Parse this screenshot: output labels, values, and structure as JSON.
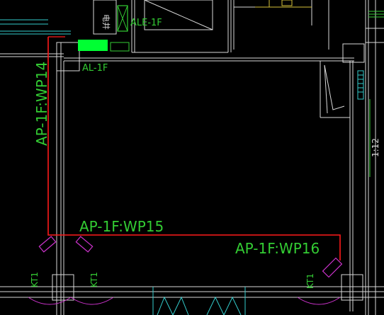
{
  "drawing": {
    "background": "#000000",
    "colors": {
      "wall": "#d9d9d9",
      "wall_dim": "#8c8c8c",
      "circuit": "#ff1a1a",
      "label": "#33cc33",
      "panel_fill": "#00ff33",
      "fixture": "#cc33cc",
      "pipe": "#33cccc",
      "accent_yellow": "#d6c23a",
      "marker_white": "#ffffff"
    }
  },
  "labels": {
    "panel_al": "AL-1F",
    "panel_ale": "ALE-1F",
    "circuit_wp14": "AP-1F:WP14",
    "circuit_wp15": "AP-1F:WP15",
    "circuit_wp16": "AP-1F:WP16",
    "unit_kt1_left": "KT1",
    "unit_kt1_mid": "KT1",
    "unit_kt1_right": "KT1",
    "slope_note": "1:12",
    "top_fragment": "电井"
  }
}
